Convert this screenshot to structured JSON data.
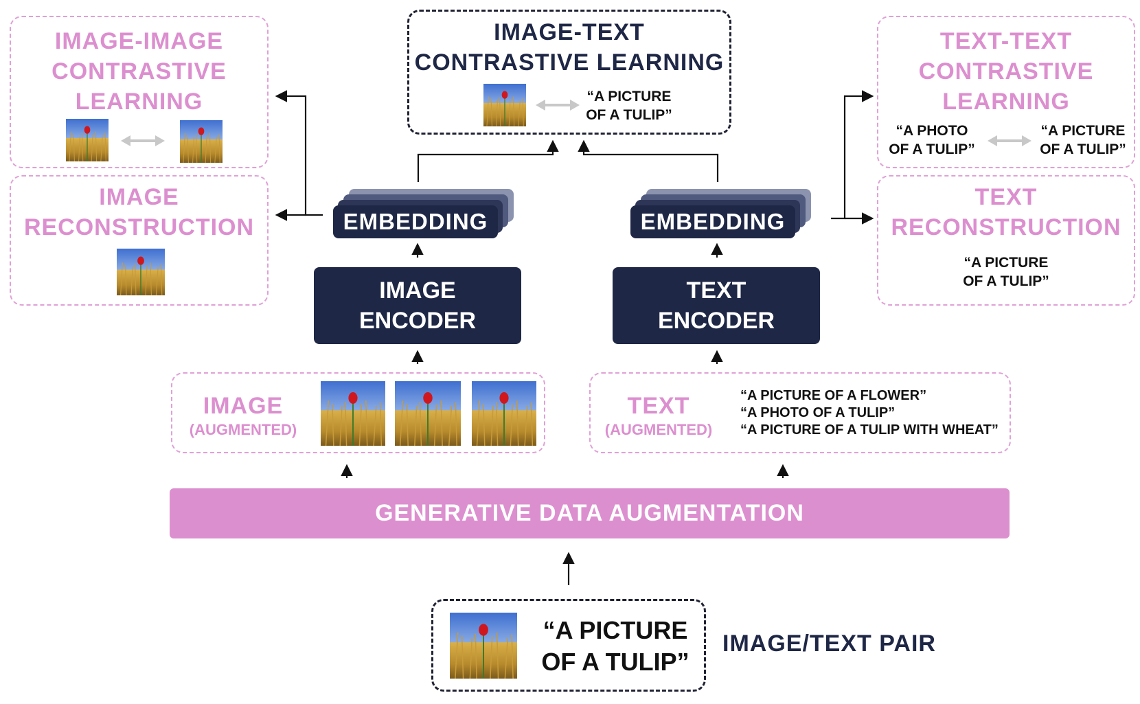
{
  "top_center": {
    "title_line1": "IMAGE-TEXT",
    "title_line2": "CONTRASTIVE LEARNING",
    "quote_line1": "“A PICTURE",
    "quote_line2": "OF A TULIP”"
  },
  "top_left": {
    "title_line1": "IMAGE-IMAGE",
    "title_line2": "CONTRASTIVE",
    "title_line3": "LEARNING"
  },
  "mid_left": {
    "title_line1": "IMAGE",
    "title_line2": "RECONSTRUCTION"
  },
  "top_right": {
    "title_line1": "TEXT-TEXT",
    "title_line2": "CONTRASTIVE",
    "title_line3": "LEARNING",
    "quote_a_line1": "“A PHOTO",
    "quote_a_line2": "OF A TULIP”",
    "quote_b_line1": "“A PICTURE",
    "quote_b_line2": "OF A TULIP”"
  },
  "mid_right": {
    "title_line1": "TEXT",
    "title_line2": "RECONSTRUCTION",
    "quote_line1": "“A PICTURE",
    "quote_line2": "OF A TULIP”"
  },
  "embedding_left": "EMBEDDING",
  "embedding_right": "EMBEDDING",
  "image_encoder": {
    "line1": "IMAGE",
    "line2": "ENCODER"
  },
  "text_encoder": {
    "line1": "TEXT",
    "line2": "ENCODER"
  },
  "image_augmented": {
    "title": "IMAGE",
    "subtitle": "(AUGMENTED)"
  },
  "text_augmented": {
    "title": "TEXT",
    "subtitle": "(AUGMENTED)",
    "captions": [
      "“A PICTURE OF A FLOWER”",
      "“A PHOTO OF A TULIP”",
      "“A PICTURE OF A TULIP WITH WHEAT”"
    ]
  },
  "augmentation_bar": "GENERATIVE DATA AUGMENTATION",
  "pair": {
    "quote_line1": "“A PICTURE",
    "quote_line2": "OF A TULIP”",
    "label": "IMAGE/TEXT PAIR"
  },
  "colors": {
    "pink": "#dc8fcf",
    "navy": "#1f2746",
    "arrow_gray": "#c8c8c8"
  }
}
